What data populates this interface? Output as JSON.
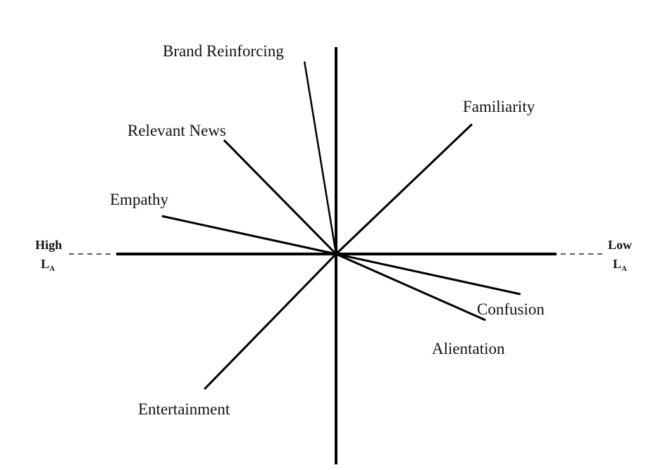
{
  "diagram": {
    "type": "factor-vector-plot",
    "axis": {
      "left": {
        "label": "High",
        "symbol": "L",
        "subscript": "A"
      },
      "right": {
        "label": "Low",
        "symbol": "L",
        "subscript": "A"
      }
    },
    "vectors": [
      {
        "id": "brand-reinforcing",
        "label": "Brand Reinforcing",
        "angle_deg": 99.3
      },
      {
        "id": "relevant-news",
        "label": "Relevant News",
        "angle_deg": 134.5
      },
      {
        "id": "empathy",
        "label": "Empathy",
        "angle_deg": 167.7
      },
      {
        "id": "familiarity",
        "label": "Familiarity",
        "angle_deg": 43.7
      },
      {
        "id": "confusion",
        "label": "Confusion",
        "angle_deg": -12.3
      },
      {
        "id": "alientation",
        "label": "Alientation",
        "angle_deg": -23.9
      },
      {
        "id": "entertainment",
        "label": "Entertainment",
        "angle_deg": -134.2
      }
    ],
    "vector_magnitudes": {
      "brand-reinforcing": 277,
      "relevant-news": 227,
      "empathy": 253,
      "familiarity": 267,
      "confusion": 268,
      "alientation": 232,
      "entertainment": 268
    }
  }
}
